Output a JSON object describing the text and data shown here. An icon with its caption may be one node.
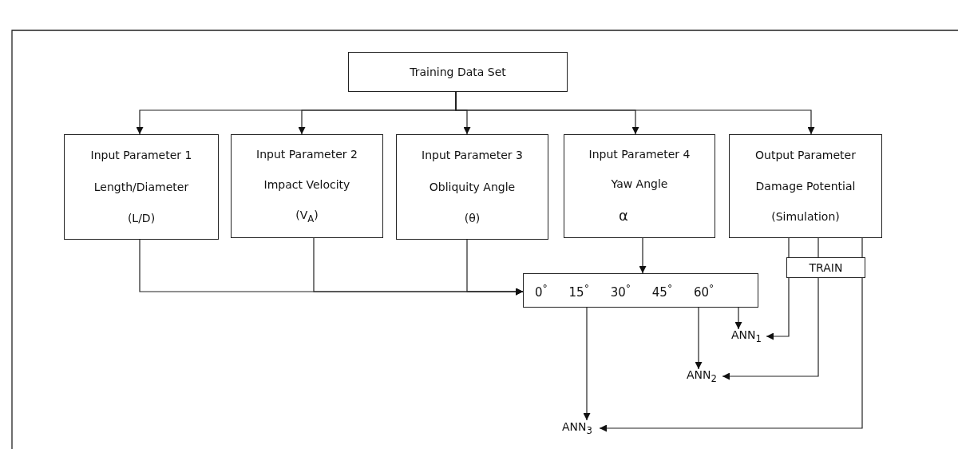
{
  "diagram": {
    "nodes": [
      {
        "text": [
          "Training Data Set"
        ]
      },
      {
        "text": [
          "Input Parameter 1",
          "Length/Diameter",
          "(L/D)"
        ]
      },
      {
        "text": [
          "Input Parameter 2",
          "Impact Velocity",
          "(V$_{A}$)"
        ]
      },
      {
        "text": [
          "Input Parameter 3",
          "Obliquity Angle",
          "(θ)"
        ]
      },
      {
        "text": [
          "Input Parameter 4",
          "Yaw Angle",
          "α"
        ]
      },
      {
        "text": [
          "Output Parameter",
          "Damage Potential",
          "(Simulation)"
        ]
      },
      {
        "text": [
          "0$^{°}$ 15$^{°}$ 30$^{°}$ 45$^{°}$ 60$^{°}$"
        ]
      },
      {
        "text": [
          "TRAIN"
        ]
      },
      {
        "text": [
          "ANN$_{1}$"
        ]
      },
      {
        "text": [
          "ANN$_{2}$"
        ]
      },
      {
        "text": [
          "ANN$_{3}$"
        ]
      }
    ],
    "edges": [
      {
        "from": 0,
        "to": 1,
        "arrow": "to"
      },
      {
        "from": 0,
        "to": 2,
        "arrow": "to"
      },
      {
        "from": 0,
        "to": 3,
        "arrow": "to"
      },
      {
        "from": 0,
        "to": 4,
        "arrow": "to"
      },
      {
        "from": 0,
        "to": 5,
        "arrow": "to"
      },
      {
        "from": 1,
        "to": 6,
        "arrow": "to"
      },
      {
        "from": 2,
        "to": 6,
        "arrow": "to"
      },
      {
        "from": 3,
        "to": 6,
        "arrow": "to"
      },
      {
        "from": 4,
        "to": 6,
        "arrow": "to"
      },
      {
        "from": 6,
        "to": 8,
        "arrow": "to"
      },
      {
        "from": 6,
        "to": 9,
        "arrow": "to"
      },
      {
        "from": 6,
        "to": 10,
        "arrow": "to"
      },
      {
        "from": 5,
        "to": 7,
        "arrow": "none"
      },
      {
        "from": 5,
        "to": 7,
        "arrow": "none"
      },
      {
        "from": 5,
        "to": 7,
        "arrow": "none"
      },
      {
        "from": 7,
        "to": 8,
        "arrow": "to"
      },
      {
        "from": 7,
        "to": 9,
        "arrow": "to"
      },
      {
        "from": 7,
        "to": 10,
        "arrow": "to"
      }
    ]
  }
}
